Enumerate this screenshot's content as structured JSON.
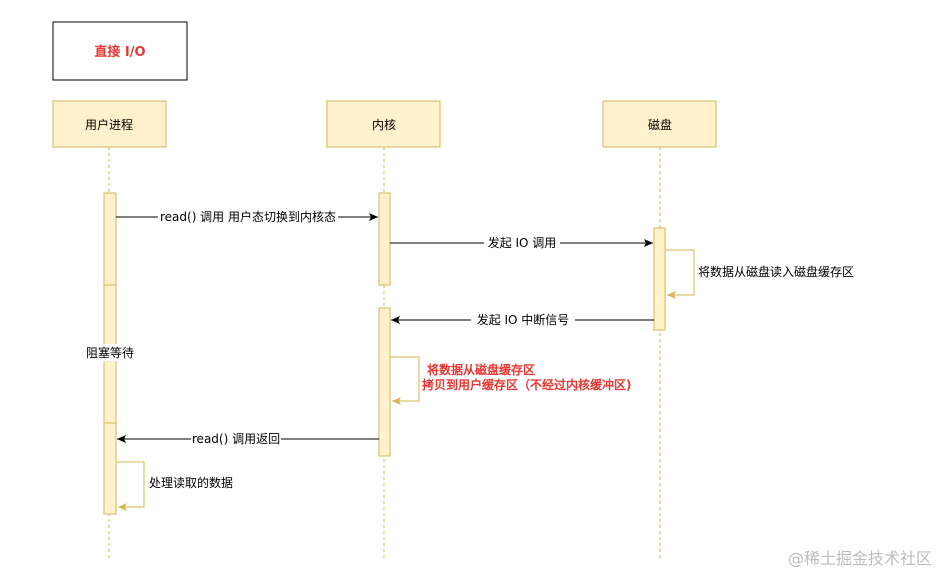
{
  "title": "直接 I/O",
  "colors": {
    "accent_red": "#e53935",
    "box_fill": "#fff2cc",
    "box_stroke": "#d6b656",
    "line": "#000000"
  },
  "participants": {
    "user": "用户进程",
    "kernel": "内核",
    "disk": "磁盘"
  },
  "messages": {
    "read_call": "read() 调用 用户态切换到内核态",
    "io_call": "发起 IO 调用",
    "disk_read": "将数据从磁盘读入磁盘缓存区",
    "io_interrupt": "发起 IO 中断信号",
    "copy_line1": "将数据从磁盘缓存区",
    "copy_line2": "拷贝到用户缓存区（不经过内核缓冲区)",
    "read_return": "read() 调用返回",
    "process_data": "处理读取的数据"
  },
  "notes": {
    "blocking": "阻塞等待"
  },
  "watermark": "@稀土掘金技术社区"
}
